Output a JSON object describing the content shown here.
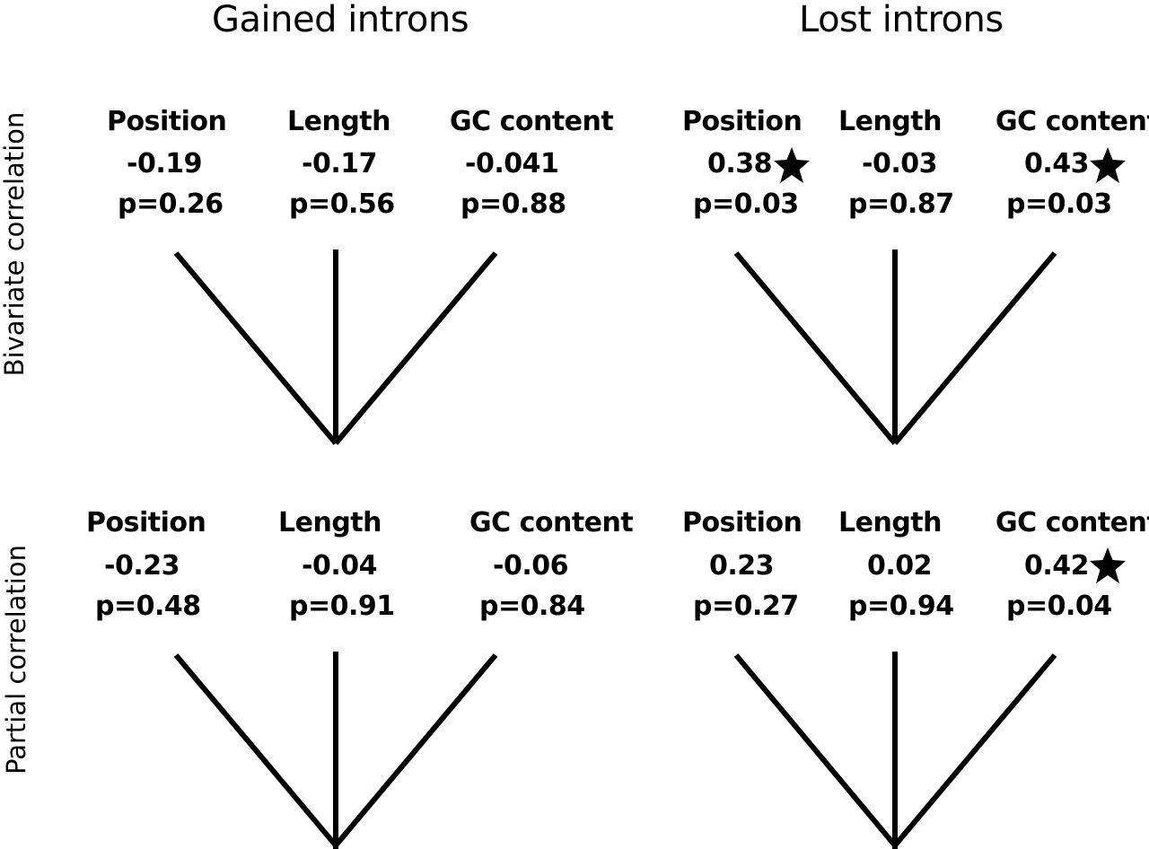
{
  "columns": {
    "gained": "Gained introns",
    "lost": "Lost introns"
  },
  "rows": {
    "bivariate": "Bivariate correlation",
    "partial": "Partial correlation"
  },
  "panels": {
    "gained_bivariate": {
      "position": {
        "name": "Position",
        "r": "-0.19",
        "p": "p=0.26"
      },
      "length": {
        "name": "Length",
        "r": "-0.17",
        "p": "p=0.56"
      },
      "gc": {
        "name": "GC content",
        "r": "-0.041",
        "p": "p=0.88"
      }
    },
    "lost_bivariate": {
      "position": {
        "name": "Position",
        "r": "0.38",
        "p": "p=0.03",
        "significant": true
      },
      "length": {
        "name": "Length",
        "r": "-0.03",
        "p": "p=0.87"
      },
      "gc": {
        "name": "GC content",
        "r": "0.43",
        "p": "p=0.03",
        "significant": true
      }
    },
    "gained_partial": {
      "position": {
        "name": "Position",
        "r": "-0.23",
        "p": "p=0.48"
      },
      "length": {
        "name": "Length",
        "r": "-0.04",
        "p": "p=0.91"
      },
      "gc": {
        "name": "GC content",
        "r": "-0.06",
        "p": "p=0.84"
      }
    },
    "lost_partial": {
      "position": {
        "name": "Position",
        "r": "0.23",
        "p": "p=0.27"
      },
      "length": {
        "name": "Length",
        "r": "0.02",
        "p": "p=0.94"
      },
      "gc": {
        "name": "GC content",
        "r": "0.42",
        "p": "p=0.04",
        "significant": true
      }
    }
  },
  "colors": {
    "ink": "#000000",
    "background": "#ffffff"
  },
  "icons": {
    "significance": "star-icon"
  }
}
